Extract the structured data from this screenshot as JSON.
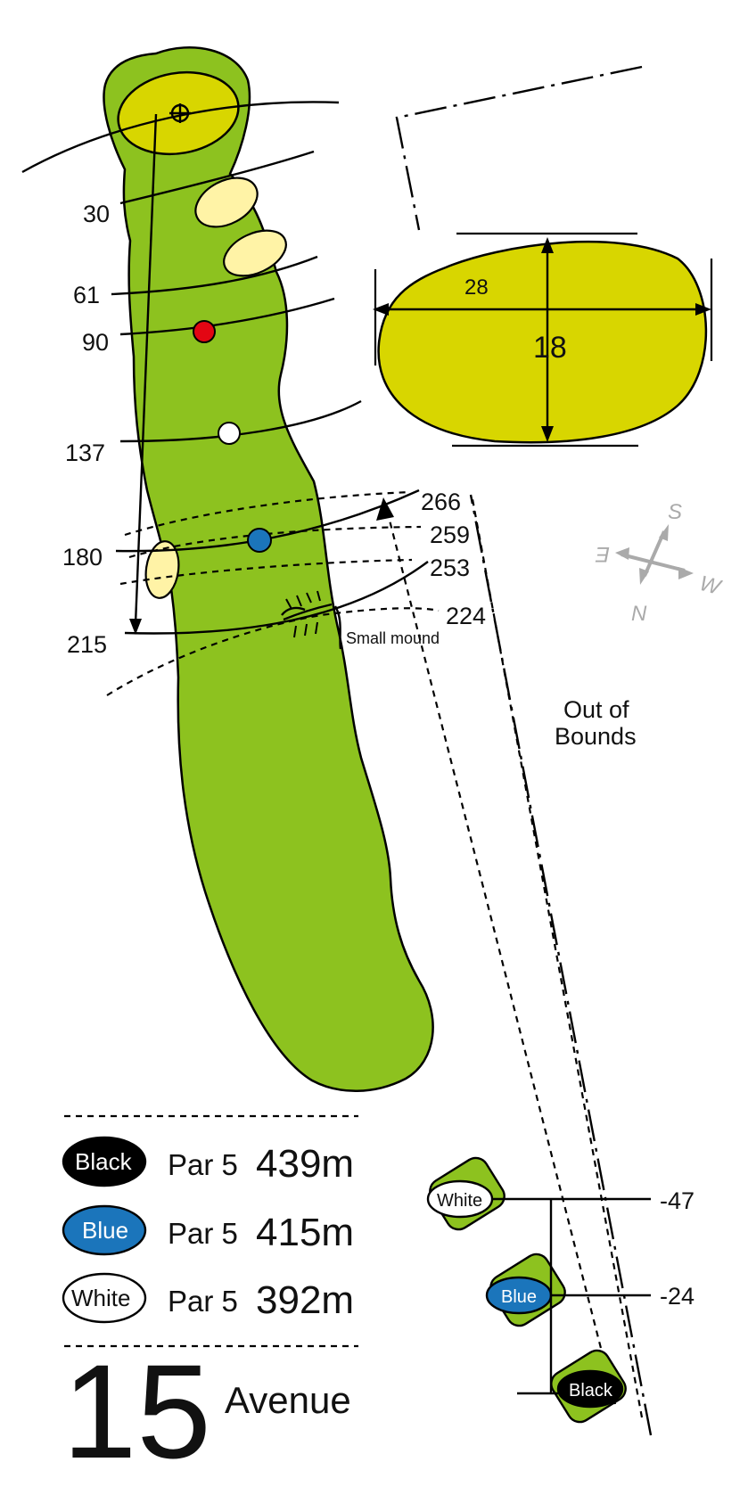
{
  "hole": {
    "number": "15",
    "name": "Avenue"
  },
  "tees": [
    {
      "tee": "Black",
      "par_label": "Par 5",
      "distance": "439m",
      "fill": "#000000",
      "text_color": "#ffffff"
    },
    {
      "tee": "Blue",
      "par_label": "Par 5",
      "distance": "415m",
      "fill": "#1b75bb",
      "text_color": "#ffffff"
    },
    {
      "tee": "White",
      "par_label": "Par 5",
      "distance": "392m",
      "fill": "#ffffff",
      "text_color": "#111111"
    }
  ],
  "yardage_markers": [
    "30",
    "61",
    "90",
    "137",
    "180",
    "215"
  ],
  "carry_distances": [
    "266",
    "259",
    "253",
    "224"
  ],
  "tee_offsets": [
    "-47",
    "-24"
  ],
  "tee_box_labels": [
    "White",
    "Blue",
    "Black"
  ],
  "green_dimensions": {
    "width": "28",
    "depth": "18"
  },
  "annotations": {
    "mound": "Small mound",
    "out_of_bounds": [
      "Out of",
      "Bounds"
    ]
  },
  "compass": {
    "north": "N",
    "south": "S",
    "east": "E",
    "west": "W"
  },
  "colors": {
    "fairway": "#8dc21f",
    "green": "#d8d600",
    "bunker": "#fff3a6",
    "marker_red": "#e30613",
    "marker_white": "#ffffff",
    "marker_blue": "#1b75bb",
    "compass_gray": "#aaaaaa"
  }
}
